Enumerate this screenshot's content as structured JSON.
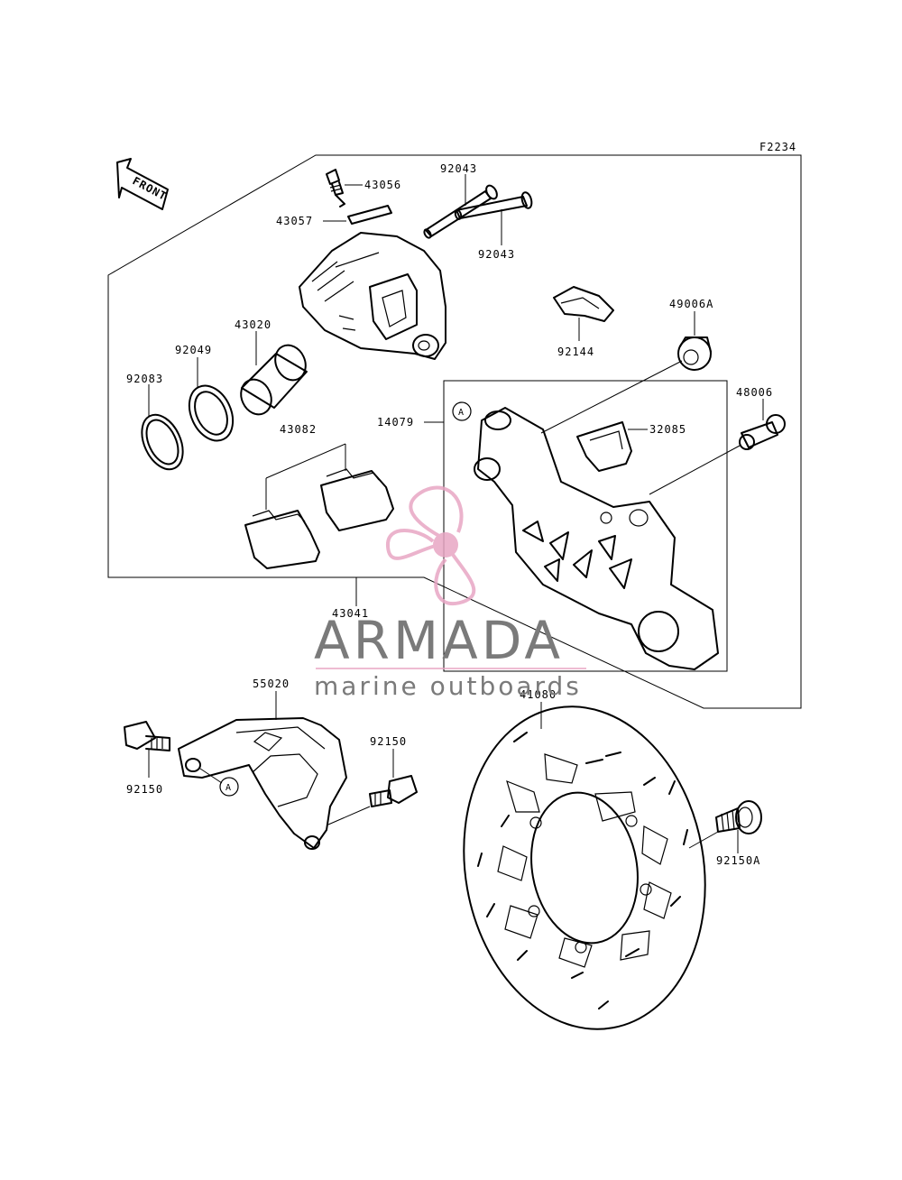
{
  "figure_code": "F2234",
  "front_arrow": "FRONT",
  "callout_letter": "A",
  "colors": {
    "line": "#000000",
    "watermark_text": "#7a7a7a",
    "watermark_logo": "#e8a6c4"
  },
  "parts": {
    "p43056": "43056",
    "p43057": "43057",
    "p92043_top": "92043",
    "p92043_bottom": "92043",
    "p43020": "43020",
    "p92049": "92049",
    "p92083": "92083",
    "p43082": "43082",
    "p92144": "92144",
    "p49006A": "49006A",
    "p48006": "48006",
    "p14079": "14079",
    "p32085": "32085",
    "p43041": "43041",
    "p55020": "55020",
    "p41080": "41080",
    "p92150_left": "92150",
    "p92150_right": "92150",
    "p92150A": "92150A"
  },
  "watermark": {
    "brand": "ARMADA",
    "tagline": "marine outboards",
    "logo_icon": "propeller-icon"
  }
}
